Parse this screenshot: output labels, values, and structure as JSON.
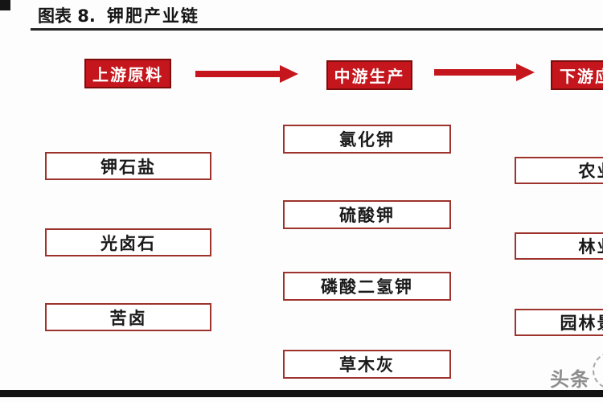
{
  "title": {
    "label": "图表 8.",
    "text": "钾肥产业链"
  },
  "flow": {
    "stages": [
      {
        "label": "上游原料"
      },
      {
        "label": "中游生产"
      },
      {
        "label": "下游应用"
      }
    ]
  },
  "columns": {
    "upstream": {
      "items": [
        "钾石盐",
        "光卤石",
        "苦卤"
      ]
    },
    "midstream": {
      "items": [
        "氯化钾",
        "硫酸钾",
        "磷酸二氢钾",
        "草木灰"
      ]
    },
    "downstream": {
      "items": [
        "农业",
        "林业",
        "园林景观"
      ]
    }
  },
  "watermark": {
    "text": "头条"
  },
  "colors": {
    "stage_fill_red": "#c4161c",
    "stage_border_red": "#7d0d0d",
    "item_border_red": "#9d332c",
    "arrow_red": "#c4161c",
    "text_black": "#1a1a1a",
    "rule_black": "#242424",
    "watermark_gray": "#8d8d8d"
  }
}
